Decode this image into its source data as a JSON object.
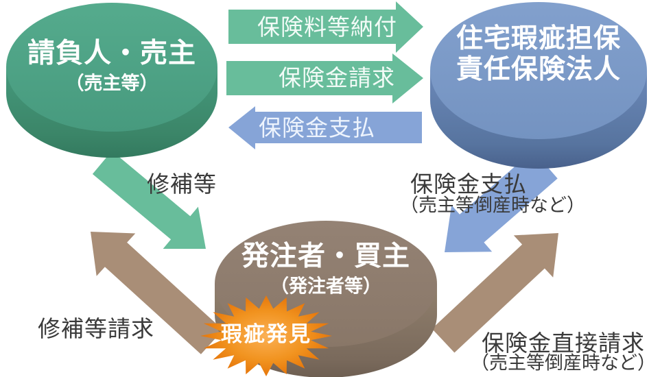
{
  "diagram": {
    "nodes": {
      "contractor": {
        "label": "請負人・売主",
        "sublabel": "（売主等）",
        "color": "#4ea286"
      },
      "insurer": {
        "label_line1": "住宅瑕疵担保",
        "label_line2": "責任保険法人",
        "color": "#7c9ac8"
      },
      "buyer": {
        "label": "発注者・買主",
        "sublabel": "（発注者等）",
        "color": "#8f7d6e"
      }
    },
    "arrows": {
      "premium": {
        "label": "保険料等納付",
        "color": "#68bd9b",
        "direction": "contractor→insurer"
      },
      "claim": {
        "label": "保険金請求",
        "color": "#68bd9b",
        "direction": "contractor→insurer"
      },
      "payment": {
        "label": "保険金支払",
        "color": "#86a4d7",
        "direction": "insurer→contractor"
      },
      "repair": {
        "label": "修補等",
        "color": "#68bd9b",
        "direction": "contractor→buyer"
      },
      "payment_bankruptcy": {
        "label": "保険金支払",
        "sublabel": "（売主等倒産時など）",
        "color": "#86a4d7",
        "direction": "insurer→buyer"
      },
      "repair_request": {
        "label": "修補等請求",
        "color": "#a98e77",
        "direction": "buyer→contractor"
      },
      "direct_claim": {
        "label": "保険金直接請求",
        "sublabel": "（売主等倒産時など）",
        "color": "#a98e77",
        "direction": "buyer→insurer"
      }
    },
    "burst": {
      "label": "瑕疵発見",
      "color_inner": "#fbb055",
      "color_outer": "#e36f06"
    }
  }
}
